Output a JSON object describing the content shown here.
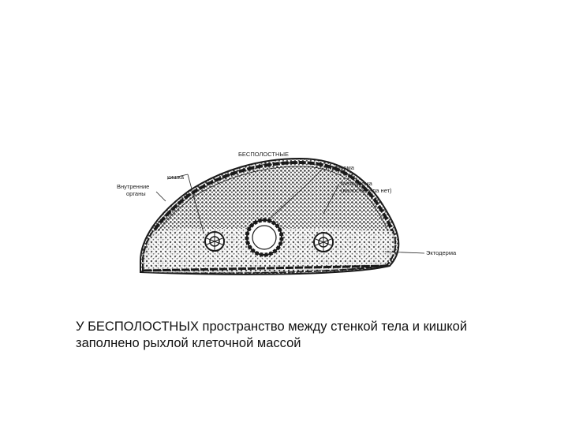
{
  "diagram": {
    "title": "БЕСПОЛОСТНЫЕ",
    "labels": {
      "gut": "кишка",
      "internal_organs_line1": "Внутренние",
      "internal_organs_line2": "органы",
      "endoderm": "Энтодерма",
      "mesoderm_line1": "Мезодерма",
      "mesoderm_line2": "(полости тела нет)",
      "ectoderm": "Эктодерма"
    },
    "colors": {
      "outline": "#1a1a1a",
      "fill": "#9a9a9a"
    }
  },
  "caption": {
    "line1": "У БЕСПОЛОСТНЫХ пространство между стенкой тела и кишкой",
    "line2": "заполнено рыхлой клеточной массой"
  }
}
